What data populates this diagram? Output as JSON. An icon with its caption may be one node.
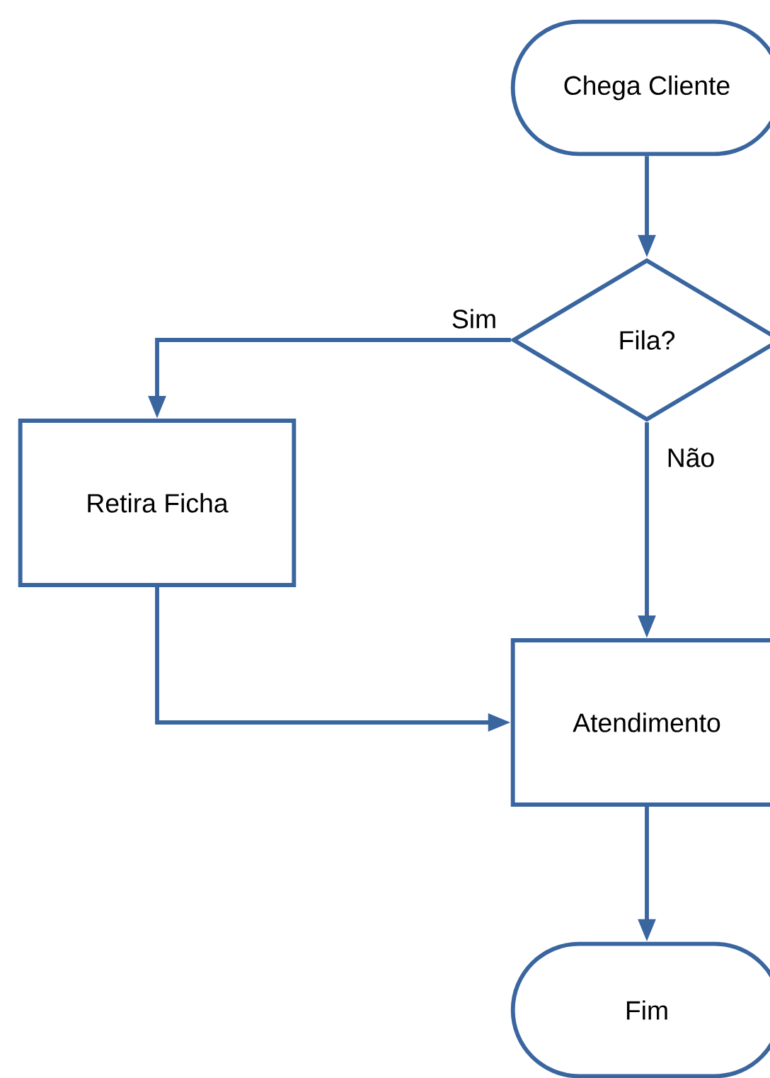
{
  "diagram": {
    "nodes": [
      {
        "text": [
          "Chega Cliente"
        ]
      },
      {
        "text": [
          "Fila?"
        ]
      },
      {
        "text": [
          "Retira Ficha"
        ]
      },
      {
        "text": [
          "Atendimento"
        ]
      },
      {
        "text": [
          "Fim"
        ]
      }
    ],
    "edges": [
      {
        "from": 0,
        "to": 1,
        "arrow": "to"
      },
      {
        "from": 1,
        "to": 2,
        "arrow": "to",
        "label": "Sim"
      },
      {
        "from": 1,
        "to": 3,
        "arrow": "to",
        "label": "Não"
      },
      {
        "from": 2,
        "to": 3,
        "arrow": "to"
      },
      {
        "from": 3,
        "to": 4,
        "arrow": "to"
      }
    ]
  }
}
